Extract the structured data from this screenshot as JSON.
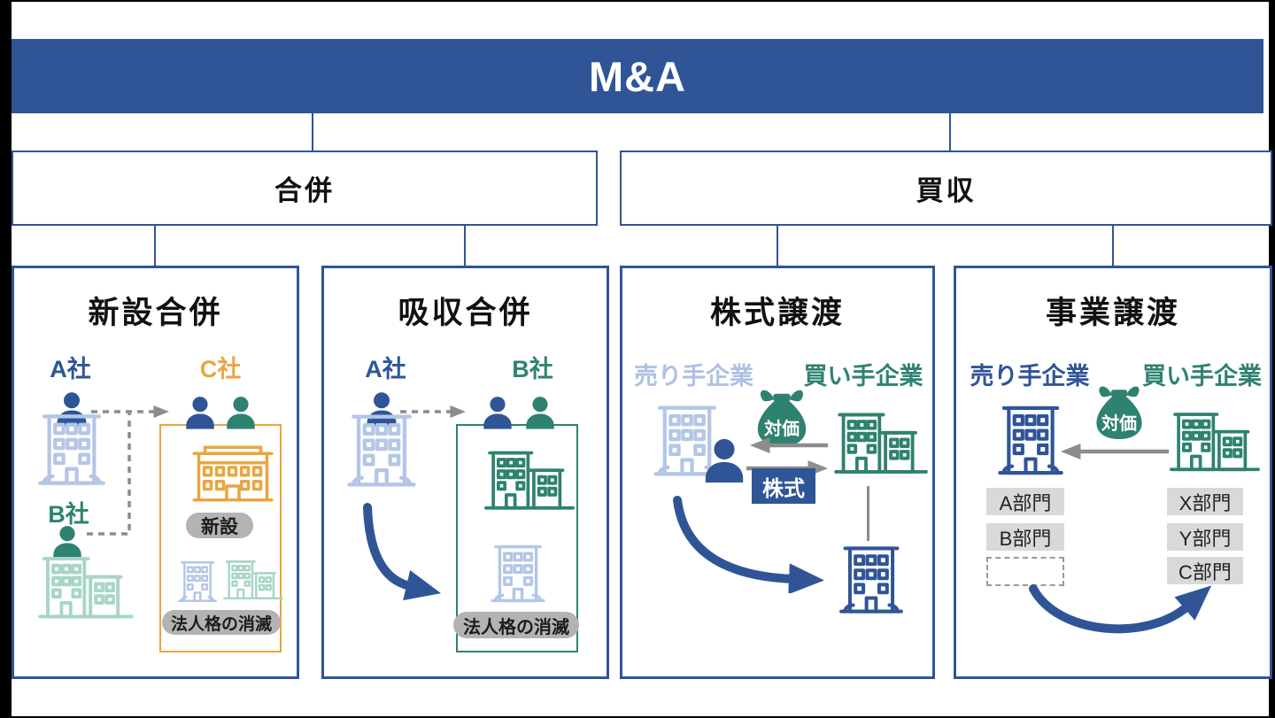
{
  "banner": {
    "title": "M&A"
  },
  "categories": {
    "merger": "合併",
    "acquisition": "買収"
  },
  "panels": {
    "shinsetsu": {
      "title": "新設合併",
      "company_a": "A社",
      "company_b": "B社",
      "company_c": "C社",
      "pill_new": "新設",
      "pill_dissolution": "法人格の消滅"
    },
    "kyushu": {
      "title": "吸収合併",
      "company_a": "A社",
      "company_b": "B社",
      "pill_dissolution": "法人格の消滅"
    },
    "kabushiki": {
      "title": "株式譲渡",
      "seller": "売り手企業",
      "buyer": "買い手企業",
      "bag": "対価",
      "shares": "株式"
    },
    "jigyo": {
      "title": "事業譲渡",
      "seller": "売り手企業",
      "buyer": "買い手企業",
      "bag": "対価",
      "seller_depts": [
        "A部門",
        "B部門"
      ],
      "buyer_depts": [
        "X部門",
        "Y部門",
        "C部門"
      ]
    }
  },
  "colors": {
    "banner_bg": "#2F5597",
    "line_blue": "#2F5597",
    "teal": "#2E8270",
    "orange": "#E9A640",
    "light_blue_building": "#B4C6E7",
    "light_teal_building": "#A8D5C6",
    "seller_faded_label": "#AEC1E4",
    "pill_gray": "#B3B3B3",
    "dept_gray": "#D9D9D9",
    "arrow_gray": "#8C8C8C"
  }
}
